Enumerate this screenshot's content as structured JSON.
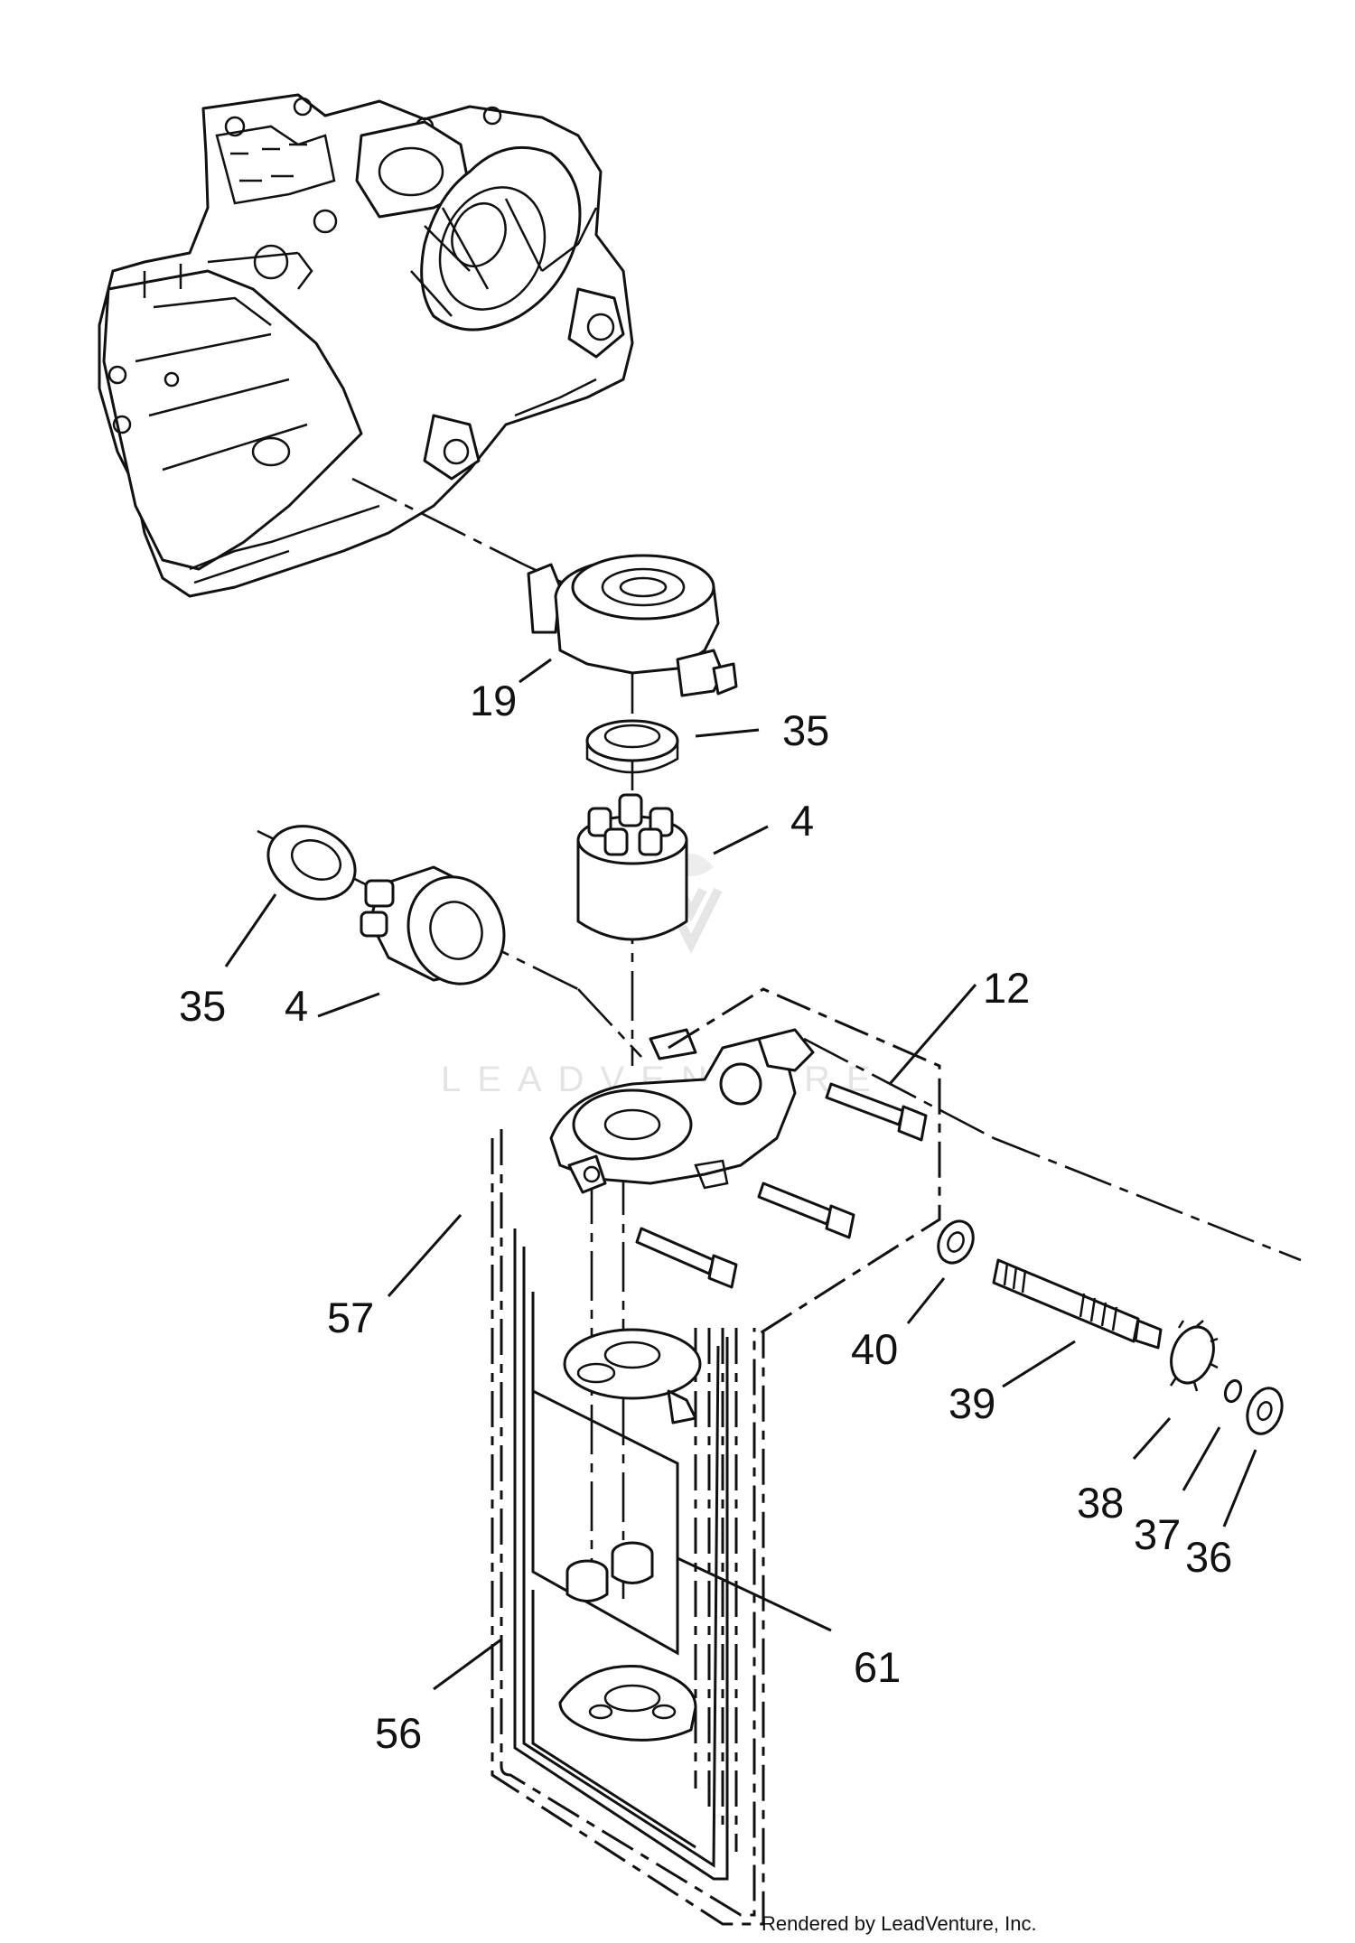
{
  "labels": {
    "c19": "19",
    "c35_top": "35",
    "c4_top": "4",
    "c35_left": "35",
    "c4_left": "4",
    "c12": "12",
    "c57": "57",
    "c40": "40",
    "c39": "39",
    "c38": "38",
    "c37": "37",
    "c36": "36",
    "c61": "61",
    "c56": "56"
  },
  "watermark": "LEADVENTURE",
  "credit": "Rendered by LeadVenture, Inc."
}
